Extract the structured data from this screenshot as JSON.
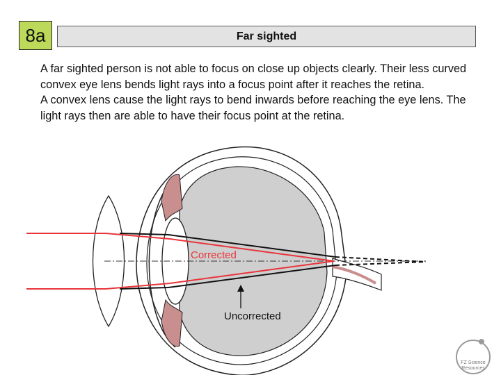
{
  "slide": {
    "number": "8a",
    "title": "Far sighted"
  },
  "body": {
    "paragraphs": [
      "A far sighted person is not able to focus on close up objects clearly. Their less curved convex eye lens bends light rays into a focus point after it reaches the retina.",
      "A convex lens cause the light rays to bend inwards before reaching the eye lens. The light rays then are able to have their focus point at the retina."
    ]
  },
  "diagram": {
    "label_corrected": "Corrected",
    "label_uncorrected": "Uncorrected",
    "colors": {
      "eye_fill": "#cfcfcf",
      "eye_muscle": "#c98e8e",
      "ray_red": "#e8343a",
      "ray_black": "#111111"
    }
  },
  "logo": {
    "text_line1": "FZ Science",
    "text_line2": "Resources"
  }
}
